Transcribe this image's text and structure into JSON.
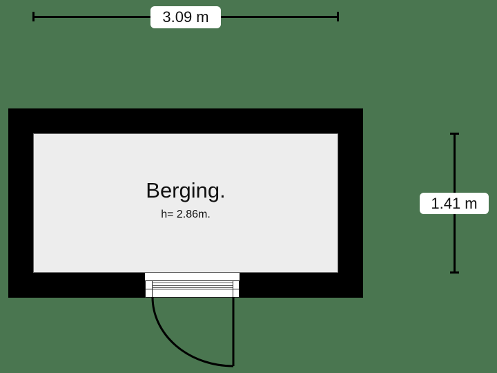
{
  "floorplan": {
    "background_color": "#4a7650",
    "wall_color": "#000000",
    "floor_color": "#ededed",
    "room": {
      "name": "Berging.",
      "height_label": "h= 2.86m."
    },
    "dimensions": {
      "width": {
        "label": "3.09 m",
        "orientation": "horizontal"
      },
      "depth": {
        "label": "1.41 m",
        "orientation": "vertical"
      }
    },
    "door": {
      "type": "single-swing",
      "position": "bottom-wall"
    }
  }
}
